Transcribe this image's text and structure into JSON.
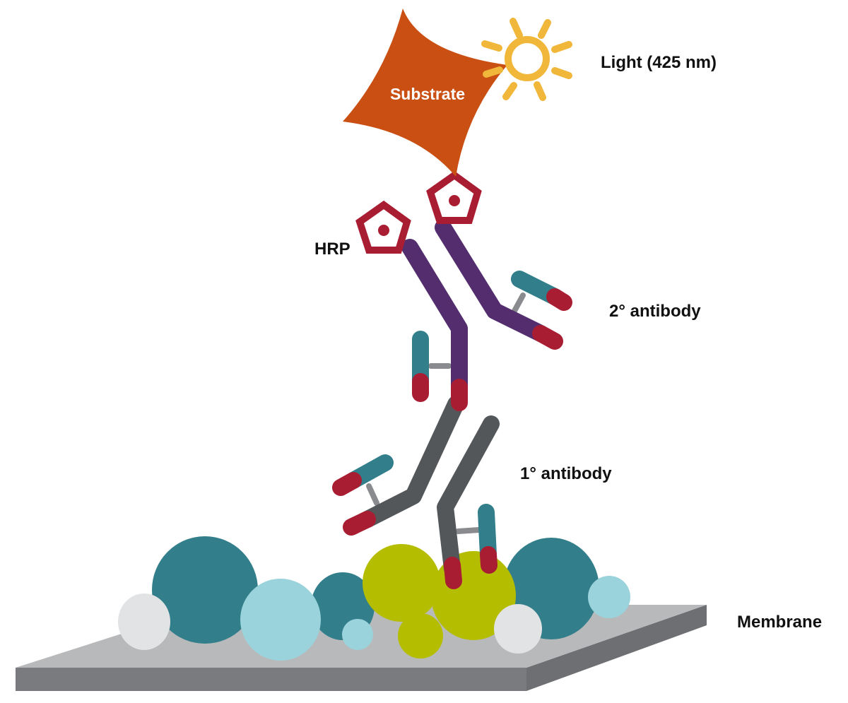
{
  "labels": {
    "light": "Light (425 nm)",
    "substrate": "Substrate",
    "hrp": "HRP",
    "secondary_antibody": "2° antibody",
    "primary_antibody": "1° antibody",
    "membrane": "Membrane"
  },
  "colors": {
    "substrate": "#c94f13",
    "light": "#f0b73a",
    "hrp": "#a91d32",
    "secondary_heavy_chain": "#532d6d",
    "primary_heavy_chain": "#54575a",
    "light_chain": "#327f8b",
    "antibody_tip": "#a91d32",
    "protein_teal": "#327f8b",
    "protein_light_blue": "#9bd3dc",
    "protein_white": "#e2e3e5",
    "protein_yellow_green": "#b5bd00",
    "membrane_top": "#b8b9bb",
    "membrane_side": "#7a7b7e"
  }
}
